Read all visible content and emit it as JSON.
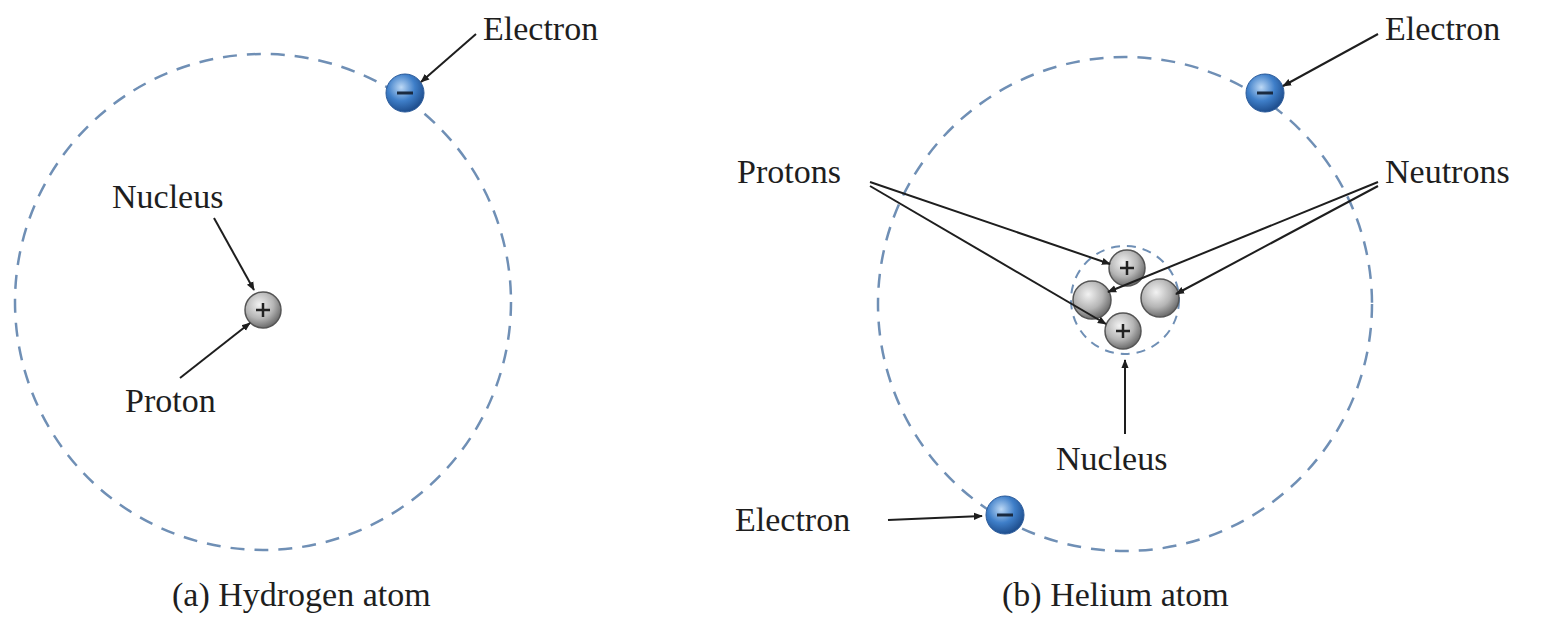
{
  "diagram": {
    "labels": [
      "Electron",
      "Nucleus",
      "Proton",
      "(a) Hydrogen atom",
      "Electron",
      "Protons",
      "Neutrons",
      "Nucleus",
      "Electron",
      "(b) Helium atom"
    ]
  }
}
